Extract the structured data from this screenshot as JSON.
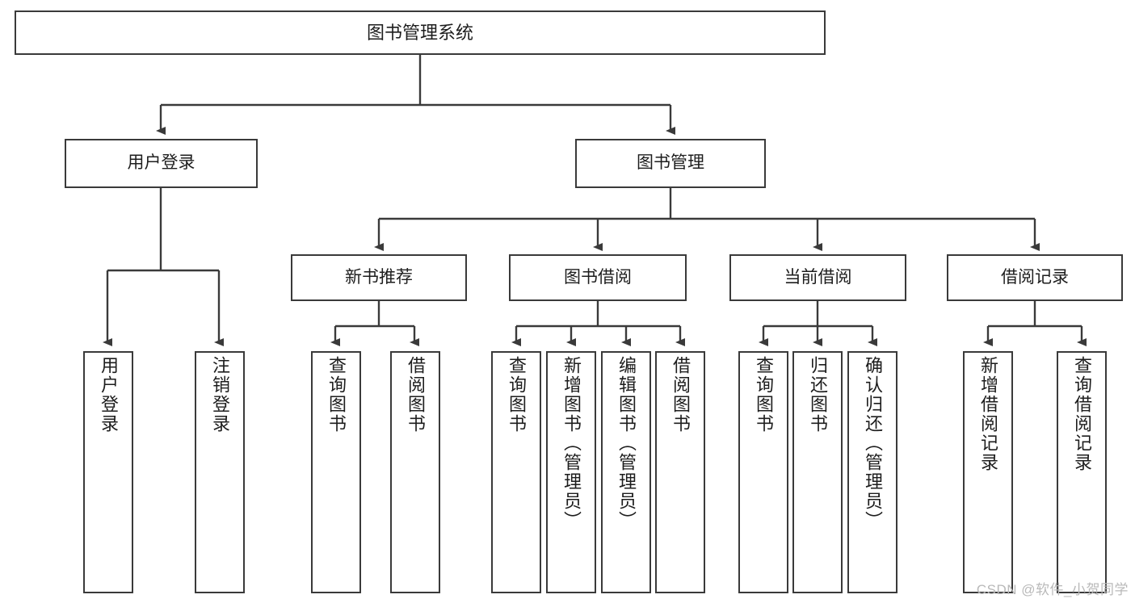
{
  "diagram": {
    "title": "图书管理系统",
    "type": "functional-structure-tree",
    "root": {
      "label": "图书管理系统"
    },
    "level1": [
      {
        "label": "用户登录"
      },
      {
        "label": "图书管理"
      }
    ],
    "level2": [
      {
        "label": "新书推荐",
        "parent": "图书管理"
      },
      {
        "label": "图书借阅",
        "parent": "图书管理"
      },
      {
        "label": "当前借阅",
        "parent": "图书管理"
      },
      {
        "label": "借阅记录",
        "parent": "图书管理"
      }
    ],
    "leaves": {
      "user_login": [
        {
          "label": "用户登录"
        },
        {
          "label": "注销登录"
        }
      ],
      "new_book_recommend": [
        {
          "label": "查询图书"
        },
        {
          "label": "借阅图书"
        }
      ],
      "book_borrow": [
        {
          "label": "查询图书"
        },
        {
          "label": "新增图书（管理员）"
        },
        {
          "label": "编辑图书（管理员）"
        },
        {
          "label": "借阅图书"
        }
      ],
      "current_borrow": [
        {
          "label": "查询图书"
        },
        {
          "label": "归还图书"
        },
        {
          "label": "确认归还（管理员）"
        }
      ],
      "borrow_record": [
        {
          "label": "新增借阅记录"
        },
        {
          "label": "查询借阅记录"
        }
      ]
    }
  },
  "watermark": {
    "text": "CSDN @软件_小贺同学"
  },
  "colors": {
    "box_border": "#3a3a3a",
    "box_fill": "#ffffff",
    "connector": "#3a3a3a",
    "text": "#1d1d1d",
    "watermark": "#b9b9b9",
    "background": "#ffffff"
  }
}
